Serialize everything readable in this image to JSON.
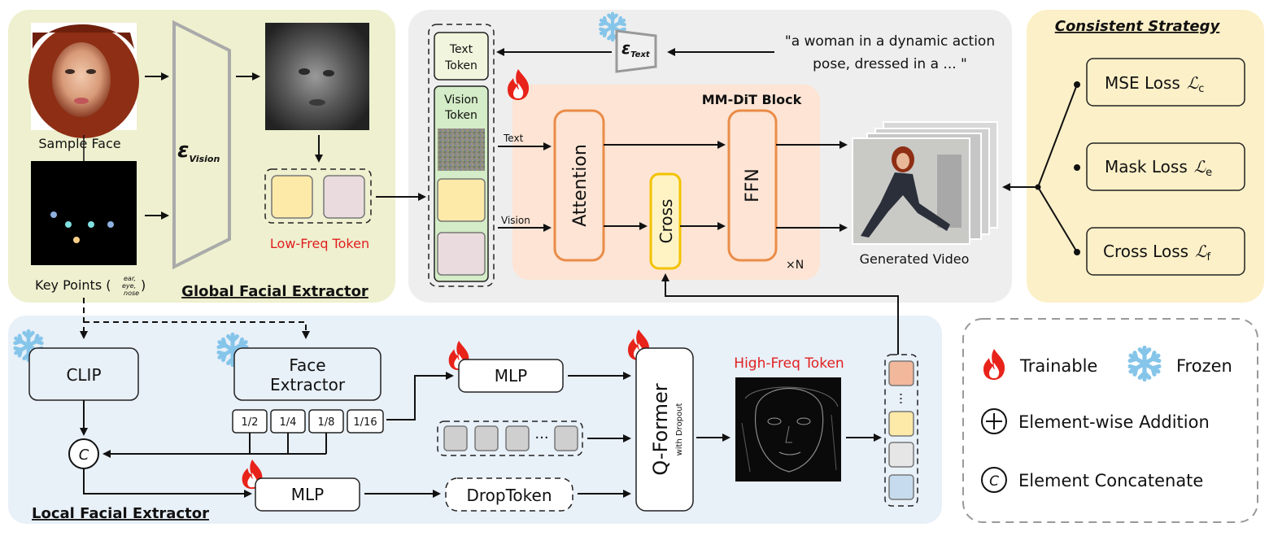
{
  "global_extractor": {
    "title": "Global Facial Extractor",
    "sample_face_label": "Sample Face",
    "key_points_label": "Key Points (",
    "key_points_small": [
      "ear,",
      "eye,",
      "nose"
    ],
    "key_points_close": ")",
    "encoder_symbol": "ε",
    "encoder_subscript": "Vision",
    "low_freq_label": "Low-Freq Token"
  },
  "center": {
    "text_token_label": [
      "Text",
      "Token"
    ],
    "vision_token_label": [
      "Vision",
      "Token"
    ],
    "text_encoder_symbol": "ε",
    "text_encoder_subscript": "Text",
    "prompt_line1": "\"a woman in a dynamic action",
    "prompt_line2": "pose, dressed in a ...  \"",
    "block_title": "MM-DiT Block",
    "text_stream_label": "Text",
    "vision_stream_label": "Vision",
    "attention_label": "Attention",
    "cross_label": "Cross",
    "ffn_label": "FFN",
    "repeat_label": "×N",
    "generated_video_label": "Generated Video"
  },
  "strategy": {
    "title": "Consistent Strategy",
    "losses": [
      {
        "name": "MSE Loss",
        "symbol": "ℒ",
        "sub": "c"
      },
      {
        "name": "Mask Loss",
        "symbol": "ℒ",
        "sub": "e"
      },
      {
        "name": "Cross Loss",
        "symbol": "ℒ",
        "sub": "f"
      }
    ]
  },
  "local_extractor": {
    "title": "Local Facial Extractor",
    "clip_label": "CLIP",
    "face_extractor_line1": "Face",
    "face_extractor_line2": "Extractor",
    "scales": [
      "1/2",
      "1/4",
      "1/8",
      "1/16"
    ],
    "concat_symbol": "C",
    "mlp_top_label": "MLP",
    "mlp_bottom_label": "MLP",
    "droptoken_label": "DropToken",
    "qformer_label": "Q-Former",
    "qformer_sub": "with Dropout",
    "high_freq_label": "High-Freq Token"
  },
  "legend": {
    "trainable": "Trainable",
    "frozen": "Frozen",
    "addition": "Element-wise Addition",
    "concatenate": "Element Concatenate",
    "concat_symbol": "C"
  },
  "colors": {
    "global_bg": "#eef0cf",
    "center_bg": "#eeeeee",
    "strategy_bg": "#fcf0c8",
    "local_bg": "#e8f0f8",
    "dit_bg": "#fde4d4",
    "orange": "#ea8c48",
    "cross_border": "#f2c200",
    "red_text": "#e02020",
    "yellow_token": "#fdeaa8",
    "pink_token": "#eadcde",
    "green_token": "#d4ecc7"
  }
}
